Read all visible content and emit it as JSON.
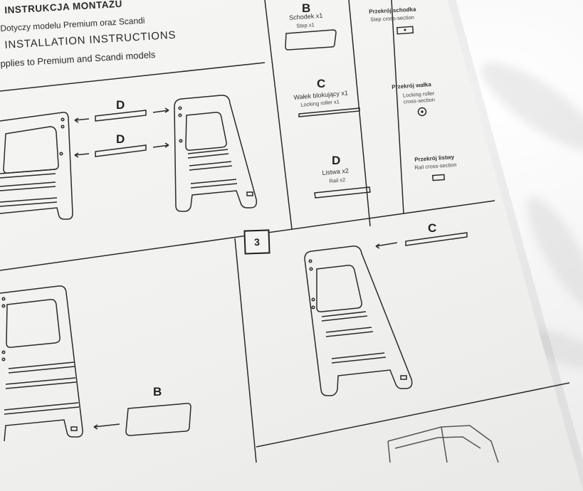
{
  "header": {
    "title_pl": "INSTRUKCJA MONTAŻU",
    "subtitle_pl": "Dotyczy modelu Premium oraz Scandi",
    "title_en": "INSTALLATION INSTRUCTIONS",
    "subtitle_en": "pplies to Premium and Scandi models"
  },
  "parts": [
    {
      "letter": "B",
      "name_pl": "Schodek x1",
      "name_en": "Step x1"
    },
    {
      "letter": "C",
      "name_pl": "Wałek blokujący x1",
      "name_en": "Locking roller x1"
    },
    {
      "letter": "D",
      "name_pl": "Listwa x2",
      "name_en": "Rail x2"
    }
  ],
  "cross_sections": [
    {
      "name_pl": "Przekrój schodka",
      "name_en": "Step cross-section"
    },
    {
      "name_pl": "Przekrój wałka",
      "name_en": "Locking roller cross-section"
    },
    {
      "name_pl": "Przekrój listwy",
      "name_en": "Rail cross-section"
    }
  ],
  "diagram_letters": {
    "d_upper": "D",
    "d_lower": "D",
    "b_step": "B",
    "c_roller": "C"
  },
  "step_number": "3"
}
